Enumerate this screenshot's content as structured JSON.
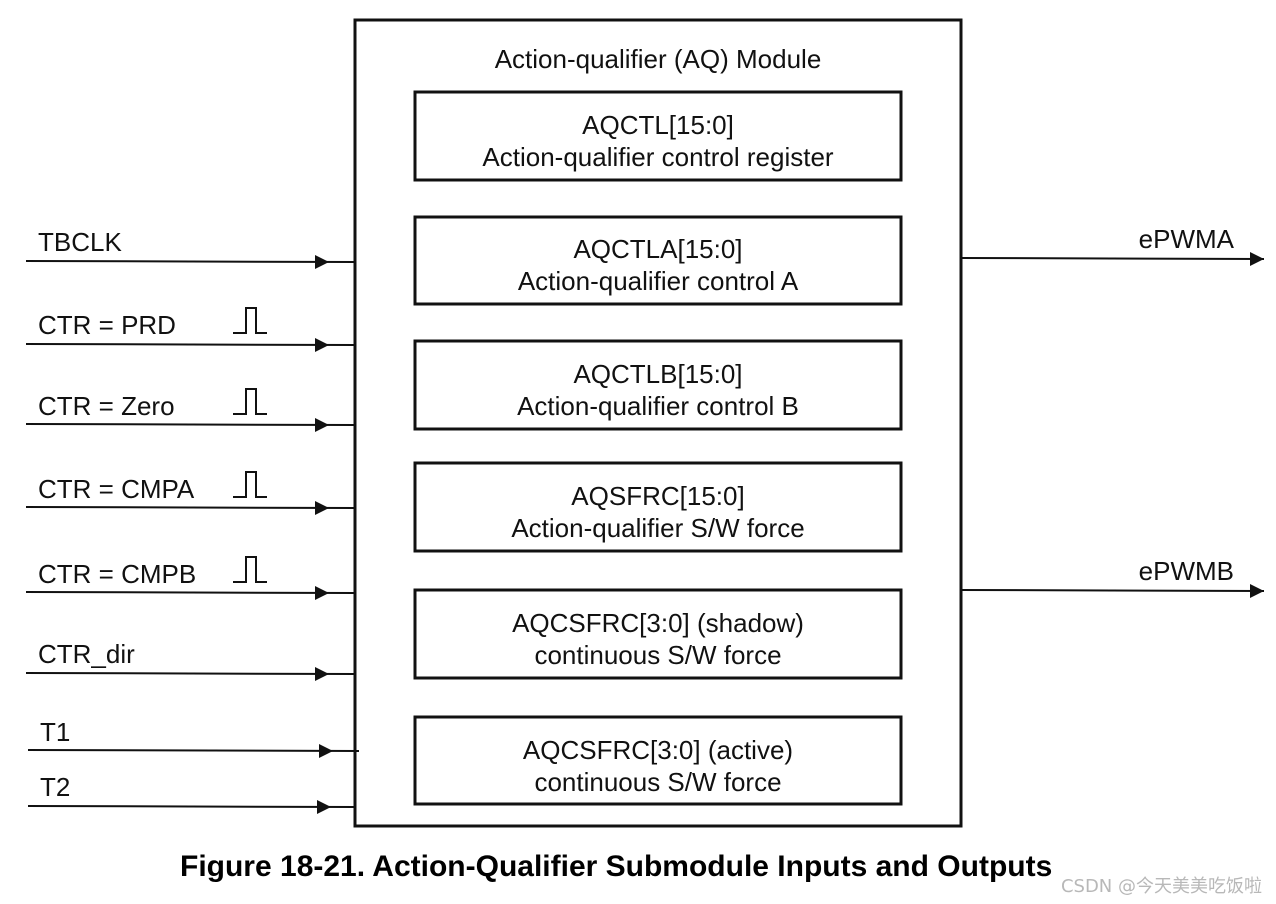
{
  "module": {
    "title": "Action-qualifier (AQ) Module"
  },
  "registers": [
    {
      "name": "AQCTL[15:0]",
      "description": "Action-qualifier control register"
    },
    {
      "name": "AQCTLA[15:0]",
      "description": "Action-qualifier control A"
    },
    {
      "name": "AQCTLB[15:0]",
      "description": "Action-qualifier control B"
    },
    {
      "name": "AQSFRC[15:0]",
      "description": "Action-qualifier S/W force"
    },
    {
      "name": "AQCSFRC[3:0] (shadow)",
      "description": "continuous S/W force"
    },
    {
      "name": "AQCSFRC[3:0] (active)",
      "description": "continuous S/W force"
    }
  ],
  "inputs": [
    {
      "label": "TBCLK",
      "pulse": false
    },
    {
      "label": "CTR = PRD",
      "pulse": true
    },
    {
      "label": "CTR = Zero",
      "pulse": true
    },
    {
      "label": "CTR = CMPA",
      "pulse": true
    },
    {
      "label": "CTR = CMPB",
      "pulse": true
    },
    {
      "label": "CTR_dir",
      "pulse": false
    },
    {
      "label": "T1",
      "pulse": false
    },
    {
      "label": "T2",
      "pulse": false
    }
  ],
  "outputs": [
    {
      "label": "ePWMA"
    },
    {
      "label": "ePWMB"
    }
  ],
  "caption": "Figure 18-21. Action-Qualifier Submodule Inputs and Outputs",
  "watermark": "CSDN @今天美美吃饭啦"
}
